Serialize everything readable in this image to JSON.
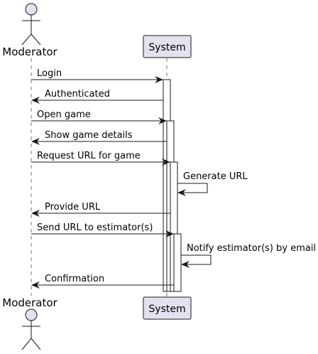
{
  "participants": {
    "actor": "Moderator",
    "system": "System"
  },
  "colors": {
    "participant_fill": "#e2e2f0",
    "participant_stroke": "#181818",
    "arrow": "#181818",
    "lifeline": "#181818"
  },
  "messages": [
    {
      "label": "Login",
      "direction": "to-system"
    },
    {
      "label": "Authenticated",
      "direction": "to-actor"
    },
    {
      "label": "Open game",
      "direction": "to-system"
    },
    {
      "label": "Show game details",
      "direction": "to-actor"
    },
    {
      "label": "Request URL for game",
      "direction": "to-system"
    },
    {
      "label": "Generate URL",
      "direction": "self"
    },
    {
      "label": "Provide URL",
      "direction": "to-actor"
    },
    {
      "label": "Send URL to estimator(s)",
      "direction": "to-system"
    },
    {
      "label": "Notify estimator(s) by email",
      "direction": "self"
    },
    {
      "label": "Confirmation",
      "direction": "to-actor"
    }
  ]
}
